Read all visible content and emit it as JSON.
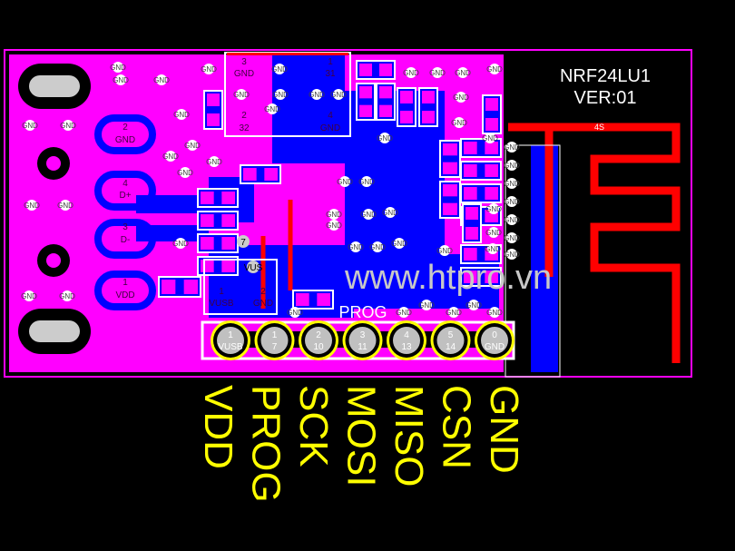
{
  "board": {
    "title": "NRF24LU1",
    "version": "VER:01",
    "antenna_label": "4S",
    "watermark": "www.htpro.vn",
    "colors": {
      "top_copper": "#ff00ff",
      "bottom_copper": "#0000ff",
      "trace_red": "#ff0000",
      "silkscreen": "#ffffff",
      "label": "#ffff00",
      "background": "#000000"
    }
  },
  "usb_pads": [
    {
      "num": "2",
      "name": "GND"
    },
    {
      "num": "4",
      "name": "D+"
    },
    {
      "num": "3",
      "name": "D-"
    },
    {
      "num": "1",
      "name": "VDD"
    }
  ],
  "chip": {
    "pads": [
      {
        "num": "3",
        "name": "GND"
      },
      {
        "num": "1",
        "name": "31"
      },
      {
        "num": "2",
        "name": "32"
      },
      {
        "num": "4",
        "name": "GND"
      }
    ]
  },
  "small_header": [
    {
      "num": "1",
      "name": "VUSB"
    },
    {
      "num": "2",
      "name": "GND"
    }
  ],
  "via_labels": {
    "gnd": "GND",
    "seven": "7",
    "vus": "VUS"
  },
  "prog": {
    "label": "PROG",
    "pins": [
      {
        "num": "1",
        "name": "VUSB"
      },
      {
        "num": "1",
        "name": "7"
      },
      {
        "num": "2",
        "name": "10"
      },
      {
        "num": "3",
        "name": "11"
      },
      {
        "num": "4",
        "name": "13"
      },
      {
        "num": "5",
        "name": "14"
      },
      {
        "num": "0",
        "name": "GND"
      }
    ]
  },
  "pin_labels": [
    "VDD",
    "PROG",
    "SCK",
    "MOSI",
    "MISO",
    "CSN",
    "GND"
  ]
}
